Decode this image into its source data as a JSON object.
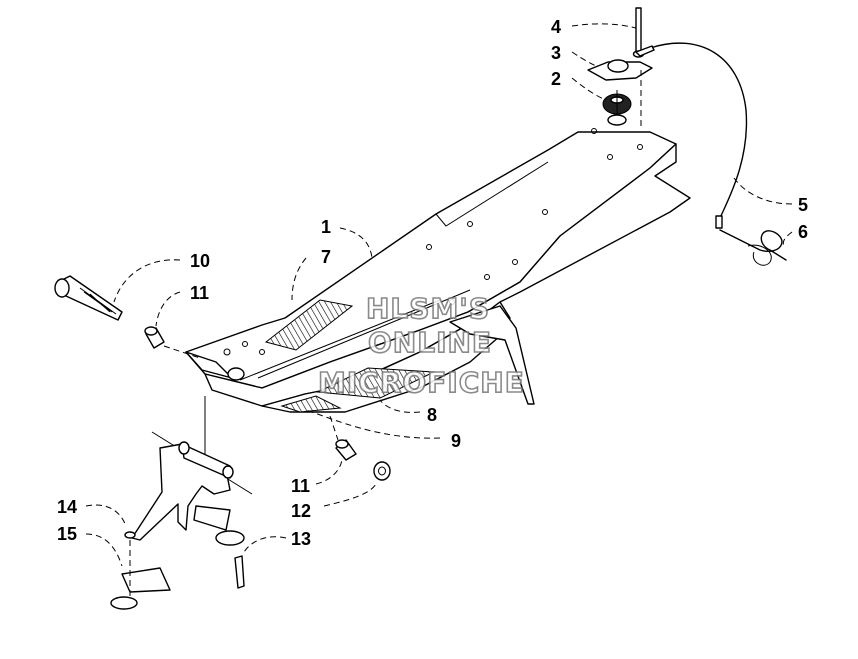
{
  "watermark": {
    "line1": "HLSM'S",
    "line2": "ONLINE",
    "line3": "MICROFICHE"
  },
  "callouts": [
    {
      "id": "callout-4",
      "text": "4"
    },
    {
      "id": "callout-3",
      "text": "3"
    },
    {
      "id": "callout-2",
      "text": "2"
    },
    {
      "id": "callout-5",
      "text": "5"
    },
    {
      "id": "callout-6",
      "text": "6"
    },
    {
      "id": "callout-1",
      "text": "1"
    },
    {
      "id": "callout-7",
      "text": "7"
    },
    {
      "id": "callout-10",
      "text": "10"
    },
    {
      "id": "callout-11a",
      "text": "11"
    },
    {
      "id": "callout-8",
      "text": "8"
    },
    {
      "id": "callout-9",
      "text": "9"
    },
    {
      "id": "callout-11b",
      "text": "11"
    },
    {
      "id": "callout-12",
      "text": "12"
    },
    {
      "id": "callout-13",
      "text": "13"
    },
    {
      "id": "callout-14",
      "text": "14"
    },
    {
      "id": "callout-15",
      "text": "15"
    }
  ]
}
